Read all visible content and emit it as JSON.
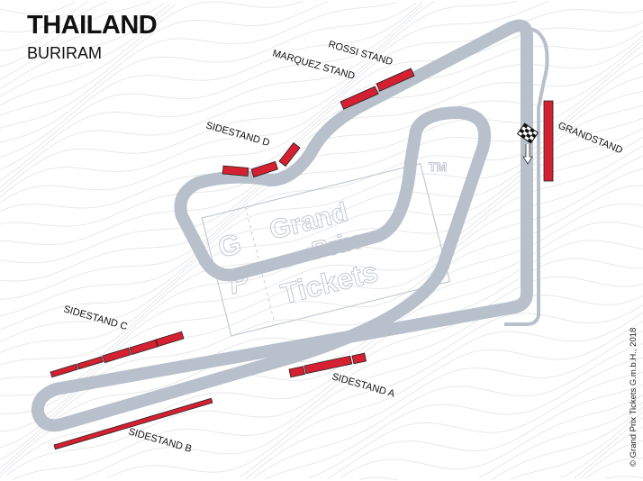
{
  "header": {
    "title": "THAILAND",
    "subtitle": "BURIRAM"
  },
  "stands": [
    {
      "name": "ROSSI STAND"
    },
    {
      "name": "MARQUEZ STAND"
    },
    {
      "name": "SIDESTAND D"
    },
    {
      "name": "GRANDSTAND"
    },
    {
      "name": "SIDESTAND C"
    },
    {
      "name": "SIDESTAND A"
    },
    {
      "name": "SIDESTAND B"
    }
  ],
  "watermark": {
    "line1": "Grand",
    "line2": "Prix",
    "line3": "Tickets",
    "logo_g": "G",
    "logo_p": "P",
    "tm": "TM"
  },
  "copyright": "© Grand Prix Tickets G.m.b.H., 2018",
  "colors": {
    "track": "#b8c0cc",
    "stand": "#d42030",
    "contour": "#e4e6ea"
  }
}
